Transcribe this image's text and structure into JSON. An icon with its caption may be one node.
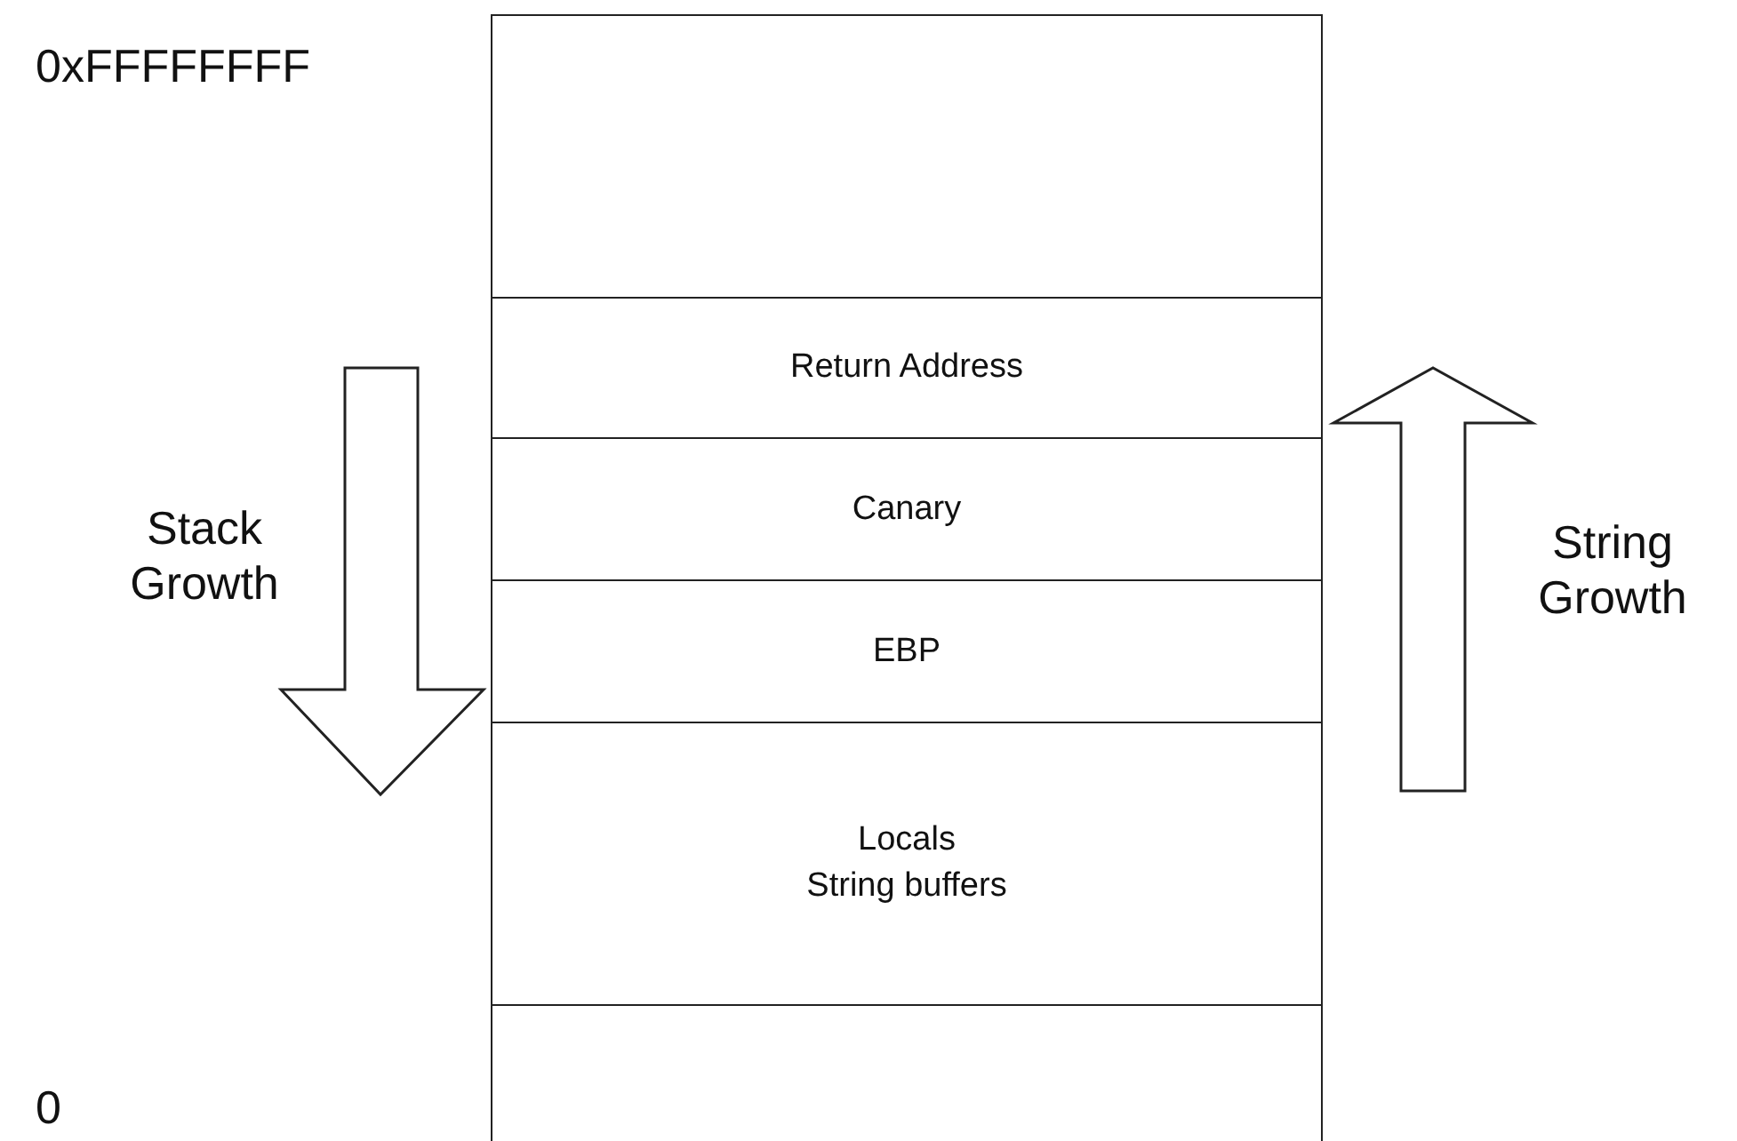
{
  "diagram": {
    "nodes": [
      {
        "text": [],
        "shape": "box"
      },
      {
        "text": [
          "Return Address"
        ]
      },
      {
        "text": [
          "Canary"
        ]
      },
      {
        "text": [
          "EBP"
        ]
      },
      {
        "text": [
          "Locals",
          "String buffers"
        ]
      },
      {
        "text": [],
        "shape": "box"
      }
    ],
    "labels": [
      "0xFFFFFFFF",
      "Stack Growth",
      "String Growth",
      "0"
    ]
  }
}
